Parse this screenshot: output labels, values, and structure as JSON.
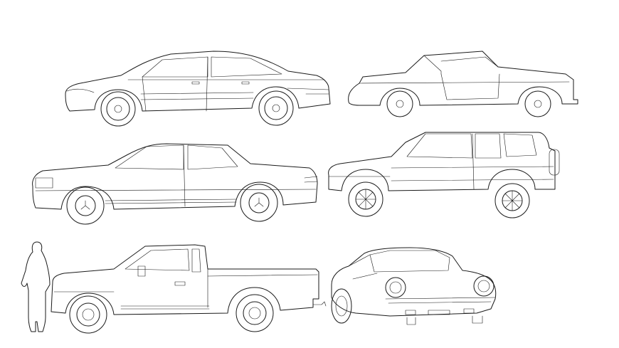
{
  "drawing": {
    "background_color": "#ffffff",
    "line_color": "#1a1a1a",
    "items": [
      {
        "name": "sedan-1",
        "kind": "sedan"
      },
      {
        "name": "convertible",
        "kind": "convertible"
      },
      {
        "name": "sedan-2",
        "kind": "sedan"
      },
      {
        "name": "suv",
        "kind": "suv"
      },
      {
        "name": "person",
        "kind": "human figure"
      },
      {
        "name": "pickup-truck",
        "kind": "pickup truck"
      },
      {
        "name": "sports-coupe",
        "kind": "coupe, three-quarter view"
      }
    ]
  }
}
